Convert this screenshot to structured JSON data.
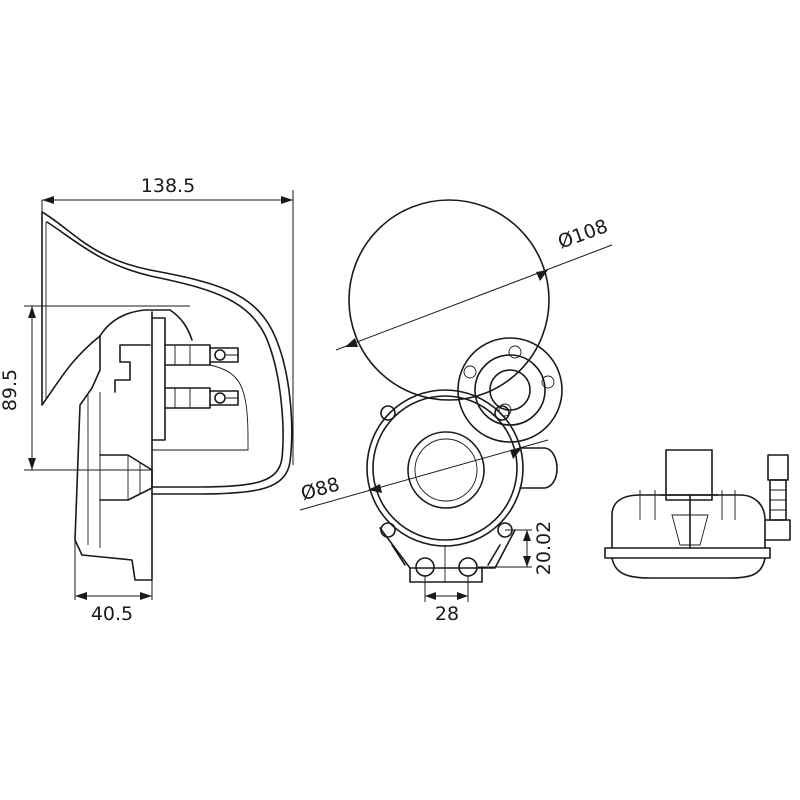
{
  "dimensions": {
    "length": "138.5",
    "height": "89.5",
    "depth": "40.5",
    "horn_diameter": "Ø108",
    "body_diameter": "Ø88",
    "mount_spacing": "28",
    "mount_offset": "20.02"
  },
  "colors": {
    "line": "#1a1a1a",
    "background": "#ffffff"
  }
}
